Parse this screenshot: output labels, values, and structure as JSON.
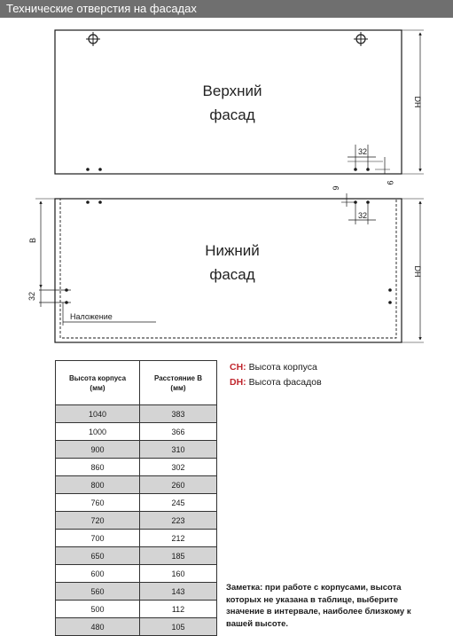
{
  "header": {
    "title": "Технические отверстия на фасадах"
  },
  "drawing": {
    "top_panel_label_line1": "Верхний",
    "top_panel_label_line2": "фасад",
    "bottom_panel_label_line1": "Нижний",
    "bottom_panel_label_line2": "фасад",
    "dim_dh": "DH",
    "dim_32": "32",
    "dim_9": "9",
    "dim_b": "B",
    "overlay_label": "Наложение"
  },
  "table": {
    "columns": [
      "Высота корпуса (мм)",
      "Расстояние B (мм)"
    ],
    "column_lines": [
      [
        "Высота корпуса",
        "(мм)"
      ],
      [
        "Расстояние B",
        "(мм)"
      ]
    ],
    "rows": [
      [
        "1040",
        "383"
      ],
      [
        "1000",
        "366"
      ],
      [
        "900",
        "310"
      ],
      [
        "860",
        "302"
      ],
      [
        "800",
        "260"
      ],
      [
        "760",
        "245"
      ],
      [
        "720",
        "223"
      ],
      [
        "700",
        "212"
      ],
      [
        "650",
        "185"
      ],
      [
        "600",
        "160"
      ],
      [
        "560",
        "143"
      ],
      [
        "500",
        "112"
      ],
      [
        "480",
        "105"
      ]
    ]
  },
  "legend": {
    "ch_key": "CH:",
    "ch_text": " Высота корпуса",
    "dh_key": "DH:",
    "dh_text": " Высота фасадов"
  },
  "note": {
    "text": "Заметка: при работе с корпусами, высота которых не указана в таблице, выберите значение в интервале,  наиболее близкому к вашей высоте."
  }
}
